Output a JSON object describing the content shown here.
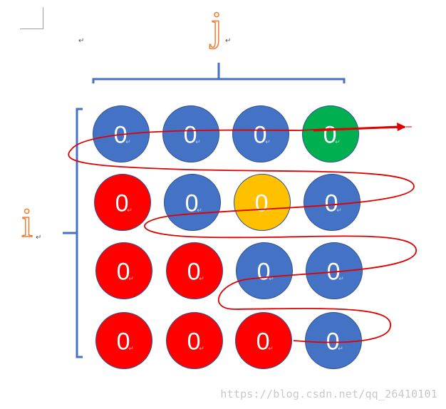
{
  "labels": {
    "column_index": "j",
    "row_index": "i"
  },
  "paragraph_mark": "↵",
  "grid": {
    "rows": [
      [
        {
          "value": "0",
          "color": "blue"
        },
        {
          "value": "0",
          "color": "blue"
        },
        {
          "value": "0",
          "color": "blue"
        },
        {
          "value": "0",
          "color": "green"
        }
      ],
      [
        {
          "value": "0",
          "color": "red"
        },
        {
          "value": "0",
          "color": "blue"
        },
        {
          "value": "0",
          "color": "yellow"
        },
        {
          "value": "0",
          "color": "blue"
        }
      ],
      [
        {
          "value": "0",
          "color": "red"
        },
        {
          "value": "0",
          "color": "red"
        },
        {
          "value": "0",
          "color": "blue"
        },
        {
          "value": "0",
          "color": "blue"
        }
      ],
      [
        {
          "value": "0",
          "color": "red"
        },
        {
          "value": "0",
          "color": "red"
        },
        {
          "value": "0",
          "color": "red"
        },
        {
          "value": "0",
          "color": "blue"
        }
      ]
    ]
  },
  "colors": {
    "blue": "#4472c4",
    "red": "#ff0000",
    "green": "#00b050",
    "yellow": "#ffc000",
    "bracket": "#4472c4",
    "path": "#e00000",
    "label": "#ed7d31"
  },
  "watermark": "https://blog.csdn.net/qq_26410101"
}
